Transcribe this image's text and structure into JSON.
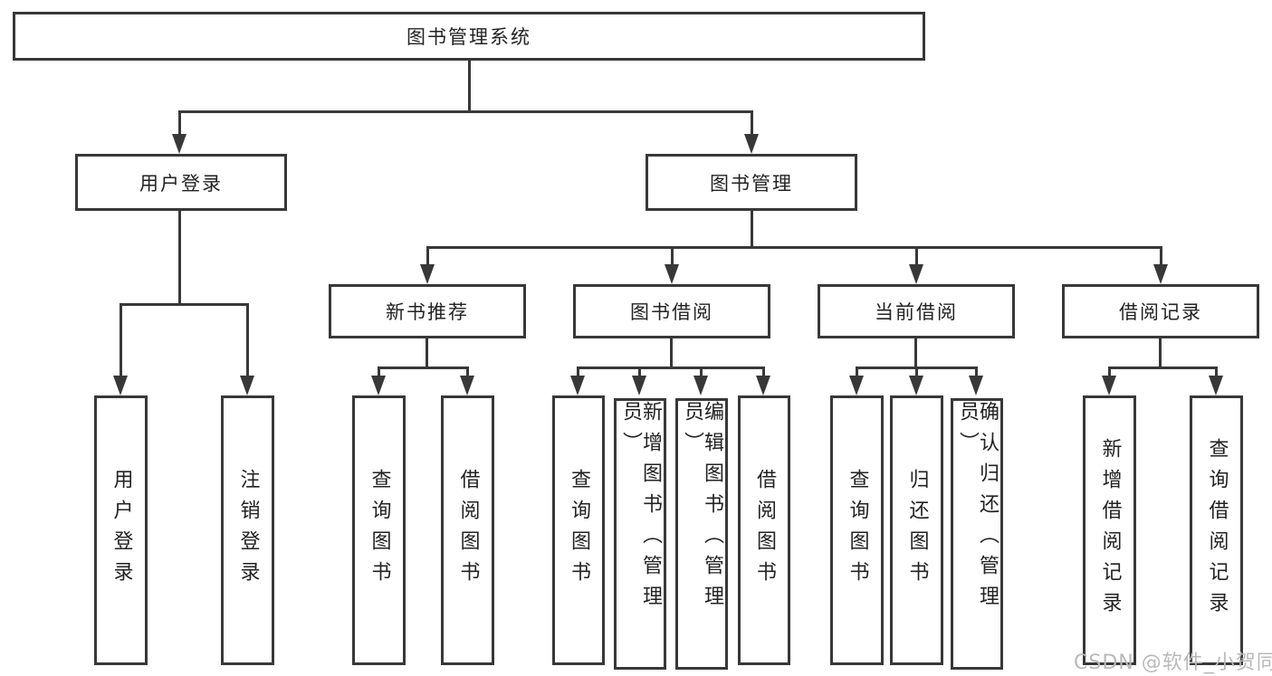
{
  "tree": {
    "label": "图书管理系统",
    "children": [
      {
        "label": "用户登录",
        "children": [
          {
            "label": "用户登录"
          },
          {
            "label": "注销登录"
          }
        ]
      },
      {
        "label": "图书管理",
        "children": [
          {
            "label": "新书推荐",
            "children": [
              {
                "label": "查询图书"
              },
              {
                "label": "借阅图书"
              }
            ]
          },
          {
            "label": "图书借阅",
            "children": [
              {
                "label": "查询图书"
              },
              {
                "label": "新增图书（管理员）"
              },
              {
                "label": "编辑图书（管理员）"
              },
              {
                "label": "借阅图书"
              }
            ]
          },
          {
            "label": "当前借阅",
            "children": [
              {
                "label": "查询图书"
              },
              {
                "label": "归还图书"
              },
              {
                "label": "确认归还（管理员）"
              }
            ]
          },
          {
            "label": "借阅记录",
            "children": [
              {
                "label": "新增借阅记录"
              },
              {
                "label": "查询借阅记录"
              }
            ]
          }
        ]
      }
    ]
  },
  "watermark": {
    "text": "CSDN @软件_小贺同学"
  },
  "colors": {
    "line": "#383838",
    "text": "#222222",
    "box_background": "#ffffff",
    "page_background": "#ffffff",
    "watermark": "#b9b9b9"
  }
}
